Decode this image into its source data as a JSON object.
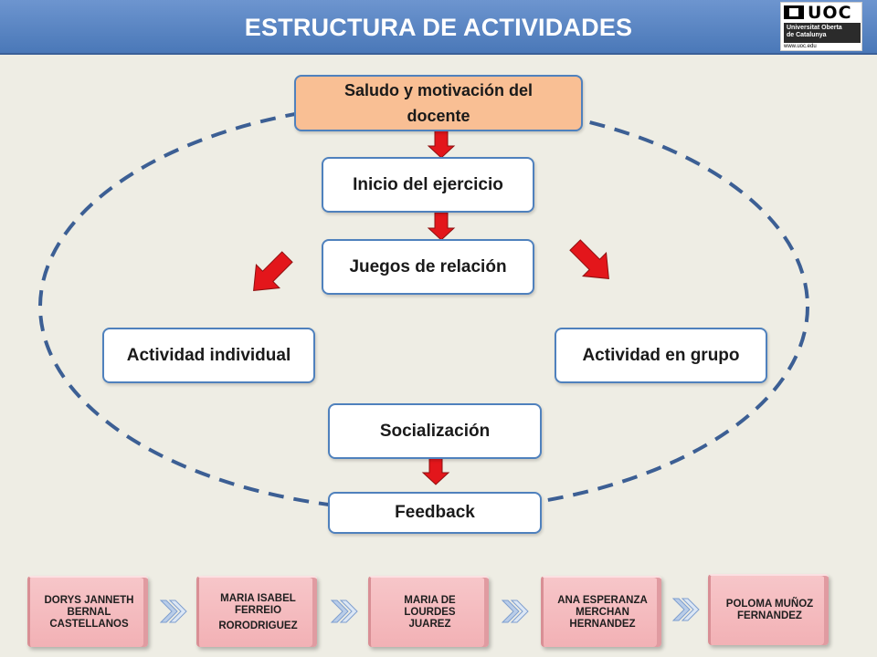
{
  "header": {
    "title": "ESTRUCTURA DE ACTIVIDADES",
    "logo": {
      "name": "UOC",
      "line1": "Universitat Oberta",
      "line2": "de Catalunya",
      "url": "www.uoc.edu"
    }
  },
  "flow": {
    "start": "Saludo y motivación del docente",
    "inicio": "Inicio del ejercicio",
    "juegos": "Juegos de relación",
    "individual": "Actividad individual",
    "grupo": "Actividad en grupo",
    "socializacion": "Socialización",
    "feedback": "Feedback"
  },
  "colors": {
    "header": "#4f81bd",
    "start_fill": "#f9bf94",
    "node_border": "#4f81bd",
    "arrow": "#e3161b",
    "dashed_ellipse": "#3c5f94",
    "chip": "#f4b9bd"
  },
  "team": [
    {
      "lines": [
        "DORYS JANNETH",
        "BERNAL",
        "CASTELLANOS"
      ]
    },
    {
      "lines": [
        "MARIA ISABEL",
        "FERREIO",
        "RORODRIGUEZ"
      ]
    },
    {
      "lines": [
        "MARIA DE",
        "LOURDES",
        "JUAREZ"
      ]
    },
    {
      "lines": [
        "ANA ESPERANZA",
        "MERCHAN",
        "HERNANDEZ"
      ]
    },
    {
      "lines": [
        "POLOMA MUÑOZ",
        "FERNANDEZ"
      ]
    }
  ]
}
